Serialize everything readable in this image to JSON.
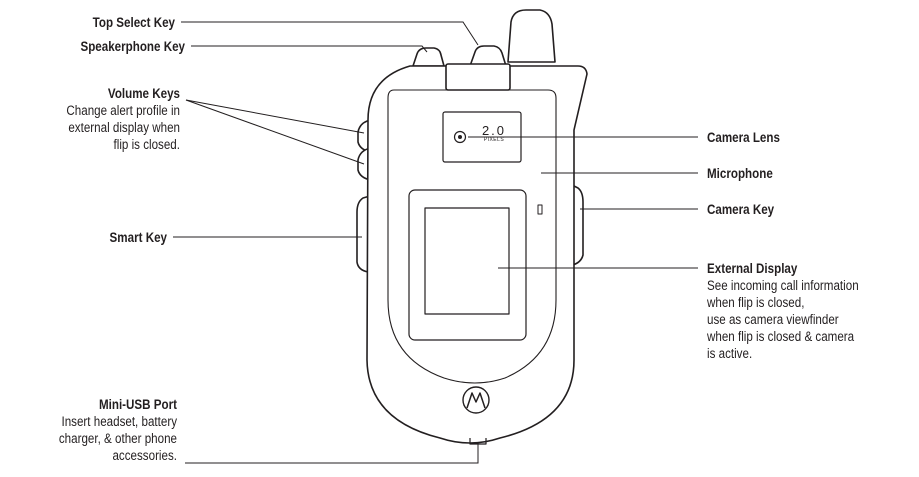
{
  "labels": {
    "top_select_key": {
      "title": "Top Select Key"
    },
    "speakerphone_key": {
      "title": "Speakerphone Key"
    },
    "volume_keys": {
      "title": "Volume Keys",
      "desc": [
        "Change alert profile in",
        "external display when",
        "flip is closed."
      ]
    },
    "smart_key": {
      "title": "Smart Key"
    },
    "mini_usb_port": {
      "title": "Mini-USB Port",
      "desc": [
        "Insert headset, battery",
        "charger, & other phone",
        "accessories."
      ]
    },
    "camera_lens": {
      "title": "Camera Lens"
    },
    "microphone": {
      "title": "Microphone"
    },
    "camera_key": {
      "title": "Camera Key"
    },
    "external_display": {
      "title": "External Display",
      "desc": [
        "See incoming call information",
        "when flip is closed,",
        "use as camera viewfinder",
        "when flip is closed & camera",
        "is active."
      ]
    }
  },
  "phone": {
    "lens_badge": {
      "main": "2.0",
      "unit": "PIXELS"
    }
  }
}
